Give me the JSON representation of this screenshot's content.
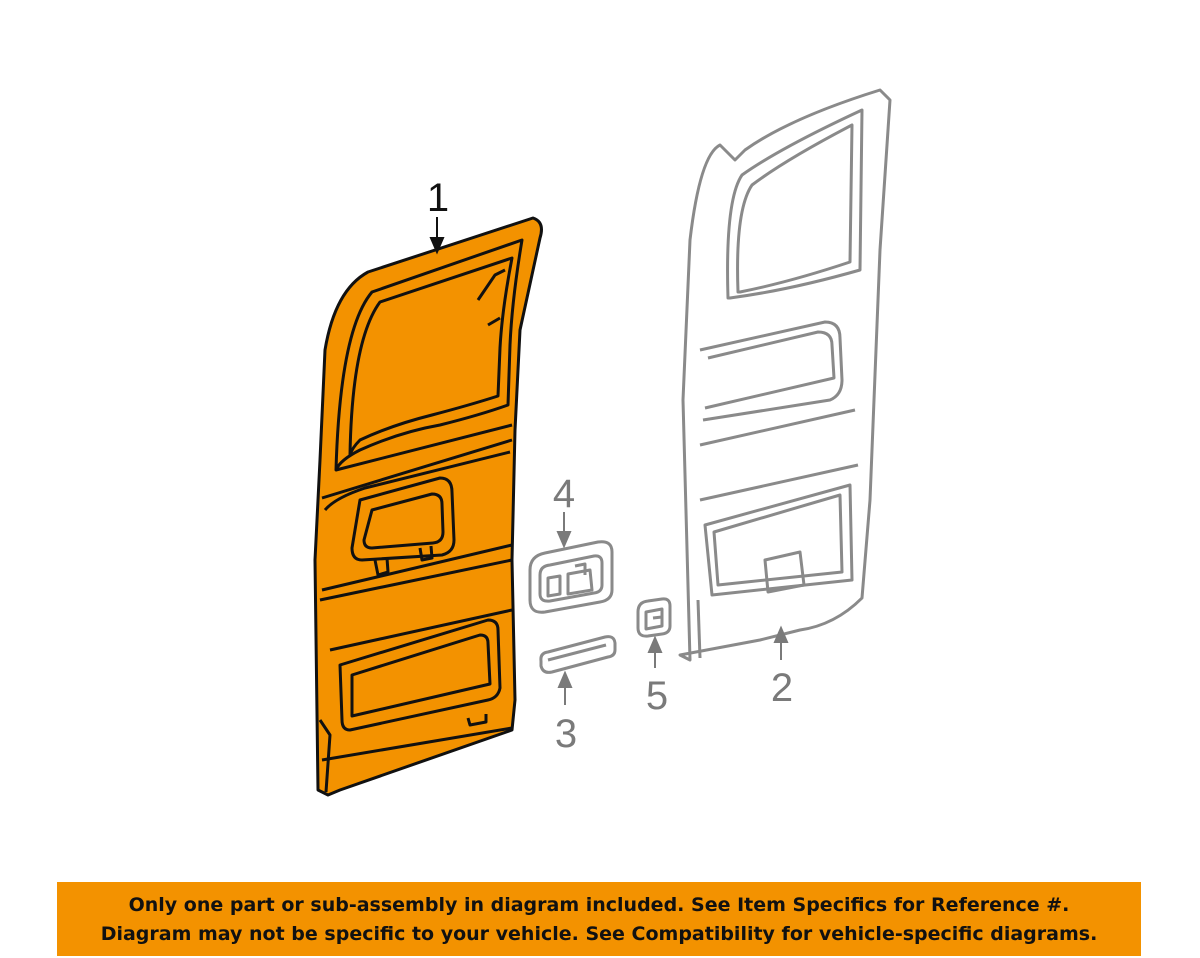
{
  "colors": {
    "highlight": "#f39200",
    "part_outline": "#111111",
    "ghost_outline": "#8a8a8a",
    "banner_background": "#f39200",
    "banner_text": "#111111"
  },
  "callouts": {
    "part_1": "1",
    "part_2": "2",
    "part_3": "3",
    "part_4": "4",
    "part_5": "5"
  },
  "banner": {
    "line1": "Only one part or sub-assembly in diagram included. See Item Specifics for Reference #.",
    "line2": "Diagram may not be specific to your vehicle. See Compatibility for vehicle-specific diagrams."
  }
}
